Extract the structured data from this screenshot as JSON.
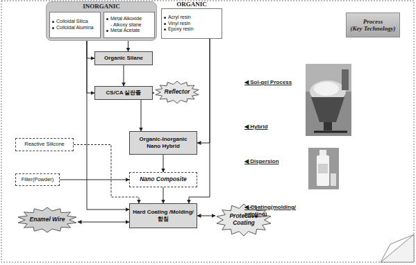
{
  "diagram": {
    "nodes": [
      {
        "text": [
          "INORGANIC"
        ]
      },
      {
        "text": [
          "Colloidal Silica",
          "Colloidal Alumina"
        ],
        "in": 0
      },
      {
        "text": [
          "Metal Alkoxide",
          "- Alkoxy silane",
          "Metal Acetate"
        ],
        "in": 0
      },
      {
        "text": [
          "ORGANIC",
          "Acryl resin",
          "Vinyl resin",
          "Epoxy resin"
        ]
      },
      {
        "text": [
          "Process",
          "(Key Technology)"
        ]
      },
      {
        "text": [
          "Organic Silane"
        ]
      },
      {
        "text": [
          "CS/CA 실란졸"
        ]
      },
      {
        "text": [
          "Reflector"
        ]
      },
      {
        "text": [
          "Reactive Silicone"
        ]
      },
      {
        "text": [
          "Organic-Inorganic Nano Hybrid"
        ]
      },
      {
        "text": [
          "Filler(Powder)"
        ]
      },
      {
        "text": [
          "Nano Composite"
        ]
      },
      {
        "text": [
          "Enamel Wire"
        ]
      },
      {
        "text": [
          "Hard Coating /Molding/함침"
        ]
      },
      {
        "text": [
          "Protective Coating"
        ]
      }
    ],
    "edges": [
      {
        "from": 1,
        "to": 5,
        "arrow": "to"
      },
      {
        "from": 2,
        "to": 5,
        "arrow": "to"
      },
      {
        "from": 5,
        "to": 6,
        "arrow": "to"
      },
      {
        "from": 1,
        "to": 6,
        "arrow": "to"
      },
      {
        "from": 6,
        "to": 7,
        "arrow": "to"
      },
      {
        "from": 6,
        "to": 9,
        "arrow": "to"
      },
      {
        "from": 3,
        "to": 9,
        "arrow": "to"
      },
      {
        "from": 3,
        "to": 13,
        "arrow": "to"
      },
      {
        "from": 8,
        "to": 13,
        "arrow": "to"
      },
      {
        "from": 10,
        "to": 11,
        "arrow": "to"
      },
      {
        "from": 9,
        "to": 11,
        "arrow": "to"
      },
      {
        "from": 11,
        "to": 13,
        "arrow": "to"
      },
      {
        "from": 1,
        "to": 13,
        "arrow": "to"
      },
      {
        "from": 13,
        "to": 12,
        "arrow": "both"
      },
      {
        "from": 13,
        "to": 14,
        "arrow": "both"
      }
    ],
    "labels": [
      "◀ Sol-gel Process",
      "◀ Hybrid",
      "◀ Dispersion",
      "◀ Coating(molding/ printing)"
    ]
  }
}
